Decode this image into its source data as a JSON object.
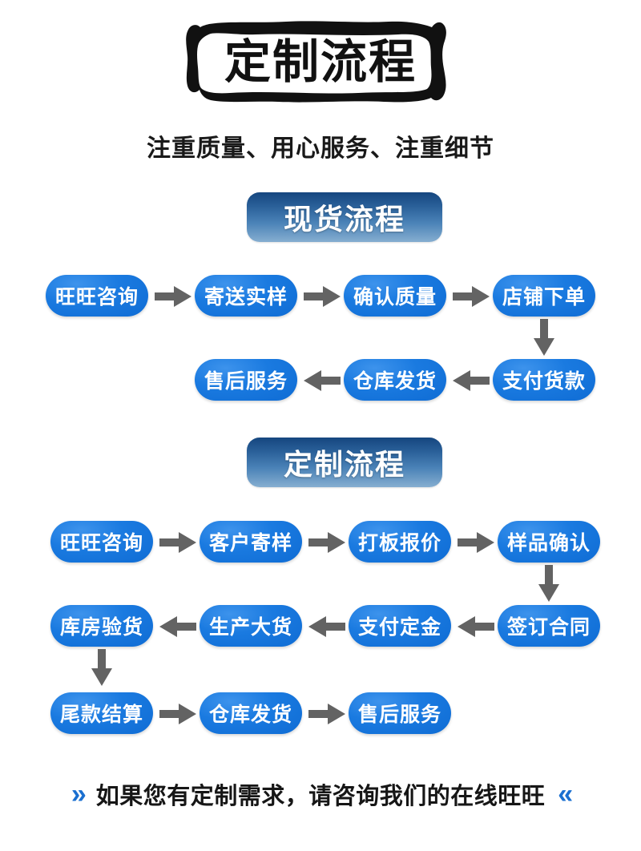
{
  "header": {
    "title": "定制流程",
    "subtitle": "注重质量、用心服务、注重细节"
  },
  "sections": [
    {
      "badge": "现货流程",
      "rows": [
        {
          "direction": "ltr",
          "steps": [
            "旺旺咨询",
            "寄送实样",
            "确认质量",
            "店铺下单"
          ]
        },
        {
          "direction": "rtl",
          "steps": [
            "售后服务",
            "仓库发货",
            "支付货款"
          ]
        }
      ]
    },
    {
      "badge": "定制流程",
      "rows": [
        {
          "direction": "ltr",
          "steps": [
            "旺旺咨询",
            "客户寄样",
            "打板报价",
            "样品确认"
          ]
        },
        {
          "direction": "rtl",
          "steps": [
            "库房验货",
            "生产大货",
            "支付定金",
            "签订合同"
          ]
        },
        {
          "direction": "ltr",
          "steps": [
            "尾款结算",
            "仓库发货",
            "售后服务"
          ]
        }
      ]
    }
  ],
  "footer": {
    "left_chevron": "»",
    "text": "如果您有定制需求，请咨询我们的在线旺旺",
    "right_chevron": "«"
  },
  "colors": {
    "pill_blue": "#1a7ae0",
    "badge_dark": "#15467f",
    "badge_light": "#86aed0",
    "arrow_gray": "#636363",
    "chevron_blue": "#1a6fd0",
    "text_dark": "#161616"
  },
  "icons": {
    "arrow_right": "arrow-right-icon",
    "arrow_left": "arrow-left-icon",
    "arrow_down": "arrow-down-icon",
    "chevron_double_right": "chevron-double-right-icon",
    "chevron_double_left": "chevron-double-left-icon"
  }
}
